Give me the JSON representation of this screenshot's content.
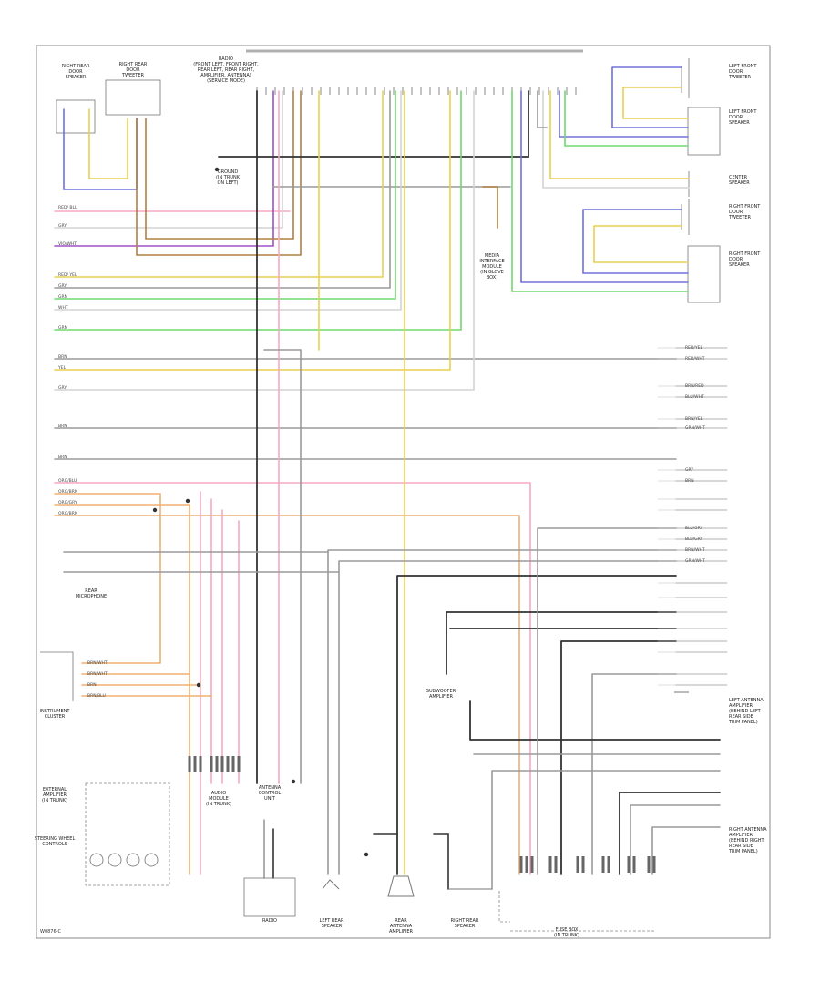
{
  "diagram": {
    "page_code": "W0876-C",
    "colors": {
      "pink": "#f7a8c0",
      "violet": "#a050c8",
      "yellow": "#e8d050",
      "green": "#70d870",
      "orange": "#f0b070",
      "blue": "#7070e0",
      "gray": "#9a9a9a",
      "dark": "#333333",
      "brown": "#b08040",
      "lightgray": "#d4d4d4"
    },
    "components": [
      {
        "id": "rear-door-sw-l",
        "lines": [
          "RIGHT REAR",
          "DOOR",
          "SPEAKER"
        ]
      },
      {
        "id": "rear-door-spk",
        "lines": [
          "RIGHT REAR",
          "DOOR",
          "TWEETER"
        ]
      },
      {
        "id": "radio-top",
        "lines": [
          "RADIO",
          "(FRONT LEFT, FRONT RIGHT,",
          "REAR LEFT, REAR RIGHT,",
          "AMPLIFIER, ANTENNA)",
          "(SERVICE MODE)"
        ]
      },
      {
        "id": "lf-door-tw",
        "lines": [
          "LEFT FRONT",
          "DOOR",
          "TWEETER"
        ]
      },
      {
        "id": "lf-door-sp",
        "lines": [
          "LEFT FRONT",
          "DOOR",
          "SPEAKER"
        ]
      },
      {
        "id": "rf-door-tw",
        "lines": [
          "RIGHT FRONT",
          "DOOR",
          "TWEETER"
        ]
      },
      {
        "id": "rf-door-sp",
        "lines": [
          "RIGHT FRONT",
          "DOOR",
          "SPEAKER"
        ]
      },
      {
        "id": "center-spk",
        "lines": [
          "CENTER",
          "SPEAKER"
        ]
      },
      {
        "id": "media-if",
        "lines": [
          "MEDIA",
          "INTERFACE",
          "MODULE",
          "(IN GLOVE",
          "BOX)"
        ]
      },
      {
        "id": "s-ground",
        "lines": [
          "GROUND",
          "(IN TRUNK",
          "ON LEFT)"
        ]
      },
      {
        "id": "audio-module",
        "lines": [
          "AUDIO",
          "MODULE",
          "(IN TRUNK)"
        ]
      },
      {
        "id": "radio-unit",
        "lines": [
          "RADIO"
        ]
      },
      {
        "id": "ext-amp",
        "lines": [
          "EXTERNAL",
          "AMPLIFIER",
          "(IN TRUNK)"
        ]
      },
      {
        "id": "rear-mic",
        "lines": [
          "REAR",
          "MICROPHONE"
        ]
      },
      {
        "id": "instr-cluster",
        "lines": [
          "INSTRUMENT",
          "CLUSTER"
        ]
      },
      {
        "id": "sw-bottom",
        "lines": [
          "STEERING WHEEL",
          "CONTROLS"
        ]
      },
      {
        "id": "antenna-ctl",
        "lines": [
          "ANTENNA",
          "CONTROL",
          "UNIT"
        ]
      },
      {
        "id": "left-rear",
        "lines": [
          "LEFT REAR",
          "SPEAKER"
        ]
      },
      {
        "id": "rear-amp",
        "lines": [
          "REAR",
          "ANTENNA",
          "AMPLIFIER"
        ]
      },
      {
        "id": "right-rear",
        "lines": [
          "RIGHT REAR",
          "SPEAKER"
        ]
      },
      {
        "id": "subwoofer",
        "lines": [
          "SUBWOOFER",
          "AMPLIFIER"
        ]
      },
      {
        "id": "left-antenna",
        "lines": [
          "LEFT ANTENNA",
          "AMPLIFIER",
          "(BEHIND LEFT",
          "REAR SIDE",
          "TRIM PANEL)"
        ]
      },
      {
        "id": "right-antenna",
        "lines": [
          "RIGHT ANTENNA",
          "AMPLIFIER",
          "(BEHIND RIGHT",
          "REAR SIDE",
          "TRIM PANEL)"
        ]
      },
      {
        "id": "fuse-block",
        "lines": [
          "FUSE BOX",
          "(IN TRUNK)"
        ]
      }
    ],
    "wire_labels": [
      {
        "id": "w1",
        "text": "RED/ BLU"
      },
      {
        "id": "w2",
        "text": "GRY"
      },
      {
        "id": "w3",
        "text": "VIO/WHT"
      },
      {
        "id": "w4",
        "text": "RED/ YEL"
      },
      {
        "id": "w5",
        "text": "GRY"
      },
      {
        "id": "w6",
        "text": "GRN"
      },
      {
        "id": "w7",
        "text": "WHT"
      },
      {
        "id": "w8",
        "text": "GRN"
      },
      {
        "id": "w9",
        "text": "BRN"
      },
      {
        "id": "w10",
        "text": "YEL"
      },
      {
        "id": "w11",
        "text": "GRY"
      },
      {
        "id": "w12",
        "text": "BRN"
      },
      {
        "id": "w13",
        "text": "BRN"
      },
      {
        "id": "w14",
        "text": "ORG/BLU"
      },
      {
        "id": "w15",
        "text": "ORG/BRN"
      },
      {
        "id": "w16",
        "text": "ORG/GRY"
      },
      {
        "id": "w17",
        "text": "ORG/BRN"
      },
      {
        "id": "w18",
        "text": "BRN/WHT"
      },
      {
        "id": "w19",
        "text": "BRN/WHT"
      },
      {
        "id": "w20",
        "text": "BRN"
      },
      {
        "id": "w21",
        "text": "BRN/BLU"
      }
    ],
    "right_tags": [
      {
        "id": "r1",
        "text": "RED/YEL"
      },
      {
        "id": "r2",
        "text": "RED/WHT"
      },
      {
        "id": "r3",
        "text": "BRN/RED"
      },
      {
        "id": "r4",
        "text": "BLU/WHT"
      },
      {
        "id": "r5",
        "text": "BRN/YEL"
      },
      {
        "id": "r6",
        "text": "GRN/WHT"
      },
      {
        "id": "r7",
        "text": "GRY"
      },
      {
        "id": "r8",
        "text": "BRN"
      },
      {
        "id": "r9",
        "text": "BLU/GRY"
      },
      {
        "id": "r10",
        "text": "BLU/GRY"
      },
      {
        "id": "r11",
        "text": "BRN/WHT"
      },
      {
        "id": "r12",
        "text": "GRN/WHT"
      }
    ]
  }
}
